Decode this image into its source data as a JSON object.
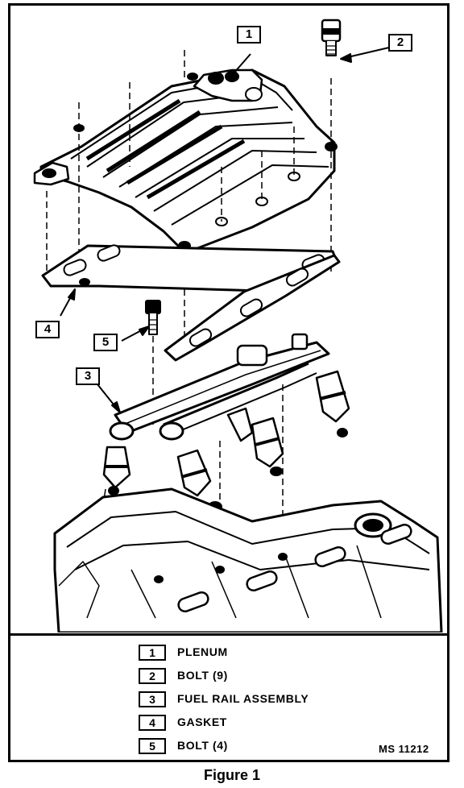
{
  "callouts": [
    {
      "num": "1"
    },
    {
      "num": "2"
    },
    {
      "num": "3"
    },
    {
      "num": "4"
    },
    {
      "num": "5"
    }
  ],
  "legend": [
    {
      "num": "1",
      "text": "PLENUM"
    },
    {
      "num": "2",
      "text": "BOLT (9)"
    },
    {
      "num": "3",
      "text": "FUEL RAIL ASSEMBLY"
    },
    {
      "num": "4",
      "text": "GASKET"
    },
    {
      "num": "5",
      "text": "BOLT (4)"
    }
  ],
  "figure_code": "MS 11212",
  "caption": "Figure 1"
}
